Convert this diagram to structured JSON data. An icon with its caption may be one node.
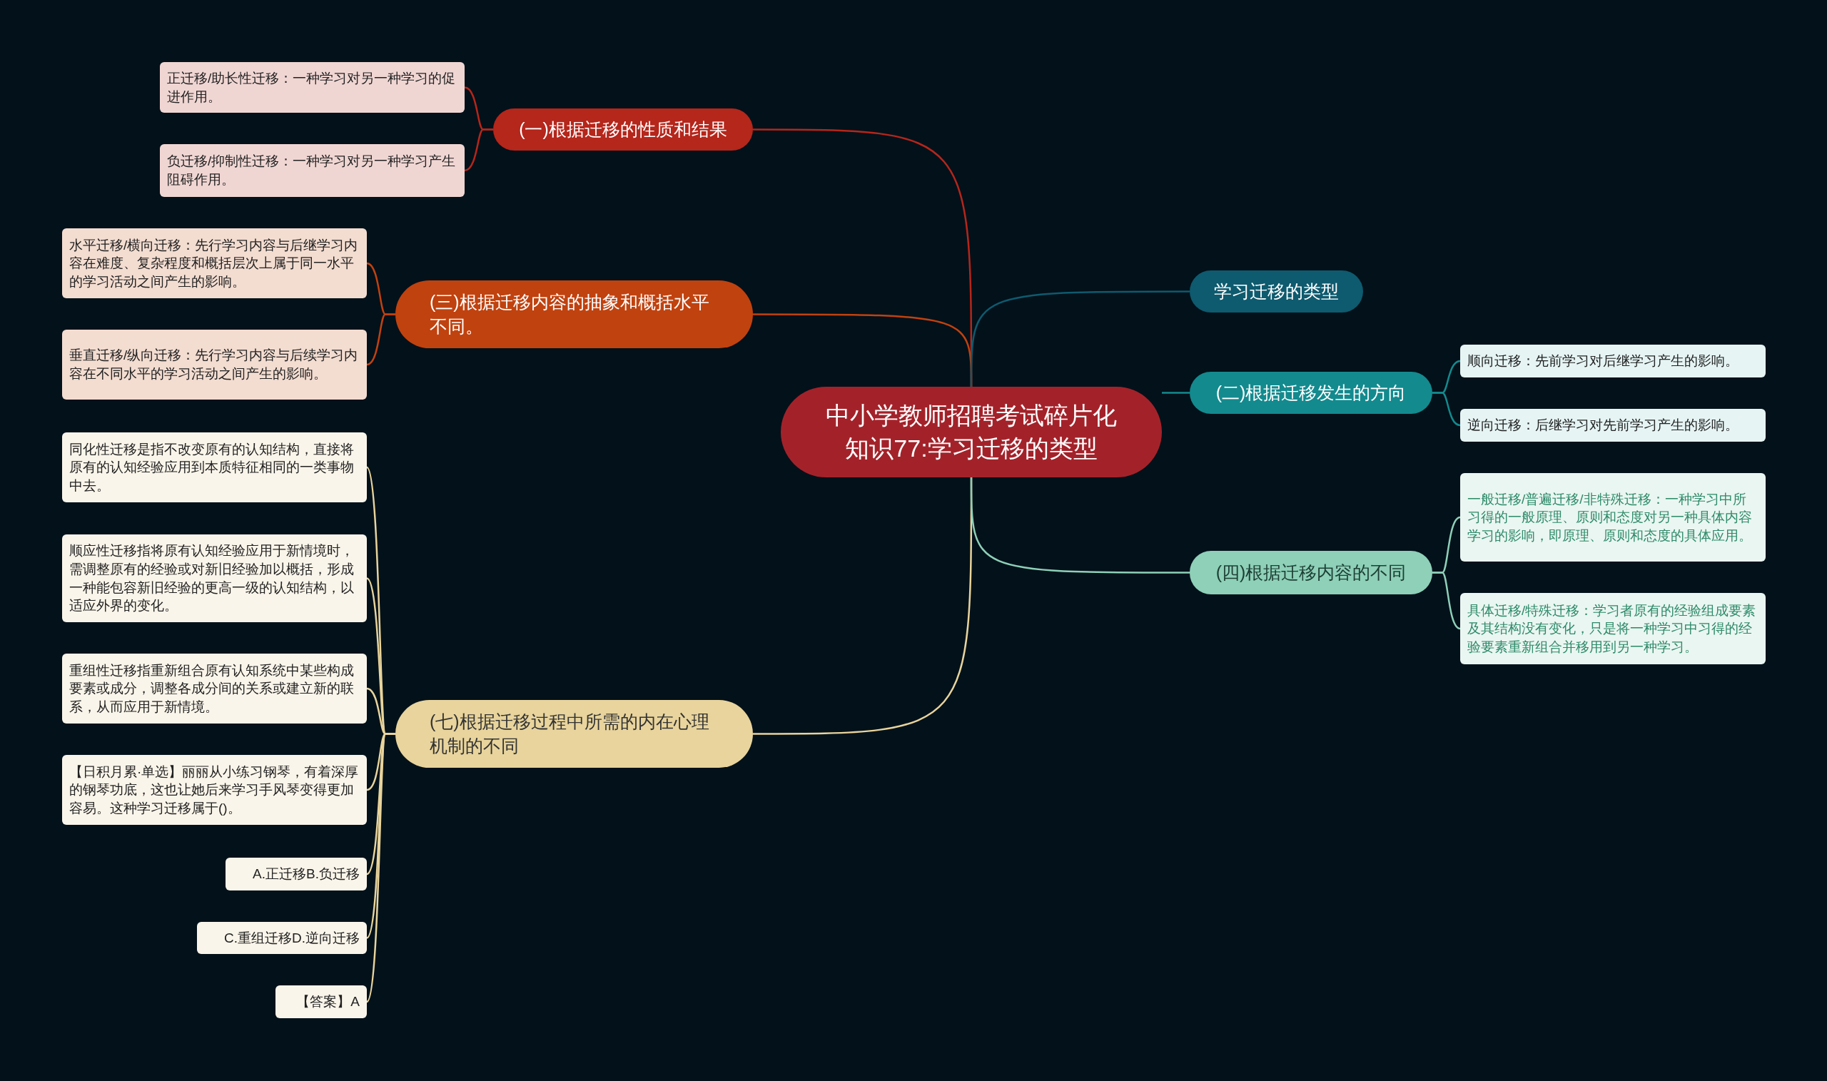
{
  "diagram": {
    "nodes": [
      {
        "text": [
          "中小学教师招聘考试碎片化知识77:学习迁移的类型"
        ]
      },
      {
        "text": [
          "(一)根据迁移的性质和结果"
        ]
      },
      {
        "text": [
          "正迁移/助长性迁移：一种学习对另一种学习的促进作用。"
        ]
      },
      {
        "text": [
          "负迁移/抑制性迁移：一种学习对另一种学习产生阻碍作用。"
        ]
      },
      {
        "text": [
          "(三)根据迁移内容的抽象和概括水平不同。"
        ]
      },
      {
        "text": [
          "水平迁移/横向迁移：先行学习内容与后继学习内容在难度、复杂程度和概括层次上属于同一水平的学习活动之间产生的影响。"
        ]
      },
      {
        "text": [
          "垂直迁移/纵向迁移：先行学习内容与后续学习内容在不同水平的学习活动之间产生的影响。"
        ]
      },
      {
        "text": [
          "(七)根据迁移过程中所需的内在心理机制的不同"
        ]
      },
      {
        "text": [
          "同化性迁移是指不改变原有的认知结构，直接将原有的认知经验应用到本质特征相同的一类事物中去。"
        ]
      },
      {
        "text": [
          "顺应性迁移指将原有认知经验应用于新情境时，需调整原有的经验或对新旧经验加以概括，形成一种能包容新旧经验的更高一级的认知结构，以适应外界的变化。"
        ]
      },
      {
        "text": [
          "重组性迁移指重新组合原有认知系统中某些构成要素或成分，调整各成分间的关系或建立新的联系，从而应用于新情境。"
        ]
      },
      {
        "text": [
          "【日积月累·单选】丽丽从小练习钢琴，有着深厚的钢琴功底，这也让她后来学习手风琴变得更加容易。这种学习迁移属于()。"
        ]
      },
      {
        "text": [
          "A.正迁移B.负迁移"
        ]
      },
      {
        "text": [
          "C.重组迁移D.逆向迁移"
        ]
      },
      {
        "text": [
          "【答案】A"
        ]
      },
      {
        "text": [
          "学习迁移的类型"
        ]
      },
      {
        "text": [
          "(二)根据迁移发生的方向"
        ]
      },
      {
        "text": [
          "顺向迁移：先前学习对后继学习产生的影响。"
        ]
      },
      {
        "text": [
          "逆向迁移：后继学习对先前学习产生的影响。"
        ]
      },
      {
        "text": [
          "(四)根据迁移内容的不同"
        ]
      },
      {
        "text": [
          "一般迁移/普遍迁移/非特殊迁移：一种学习中所习得的一般原理、原则和态度对另一种具体内容学习的影响，即原理、原则和态度的具体应用。"
        ]
      },
      {
        "text": [
          "具体迁移/特殊迁移：学习者原有的经验组成要素及其结构没有变化，只是将一种学习中习得的经验要素重新组合并移用到另一种学习。"
        ]
      }
    ],
    "edges": [
      {
        "from": 0,
        "to": 1,
        "arrow": "none",
        "color": "#b5261b"
      },
      {
        "from": 1,
        "to": 2,
        "arrow": "none",
        "color": "#b5261b"
      },
      {
        "from": 1,
        "to": 3,
        "arrow": "none",
        "color": "#b5261b"
      },
      {
        "from": 0,
        "to": 4,
        "arrow": "none",
        "color": "#c0420f"
      },
      {
        "from": 4,
        "to": 5,
        "arrow": "none",
        "color": "#c0420f"
      },
      {
        "from": 4,
        "to": 6,
        "arrow": "none",
        "color": "#c0420f"
      },
      {
        "from": 0,
        "to": 7,
        "arrow": "none",
        "color": "#e8d49c"
      },
      {
        "from": 7,
        "to": 8,
        "arrow": "none",
        "color": "#e8d49c"
      },
      {
        "from": 7,
        "to": 9,
        "arrow": "none",
        "color": "#e8d49c"
      },
      {
        "from": 7,
        "to": 10,
        "arrow": "none",
        "color": "#e8d49c"
      },
      {
        "from": 7,
        "to": 11,
        "arrow": "none",
        "color": "#e8d49c"
      },
      {
        "from": 7,
        "to": 12,
        "arrow": "none",
        "color": "#e8d49c"
      },
      {
        "from": 7,
        "to": 13,
        "arrow": "none",
        "color": "#e8d49c"
      },
      {
        "from": 7,
        "to": 14,
        "arrow": "none",
        "color": "#e8d49c"
      },
      {
        "from": 0,
        "to": 15,
        "arrow": "none",
        "color": "#0e5a6e"
      },
      {
        "from": 0,
        "to": 16,
        "arrow": "none",
        "color": "#138a8e"
      },
      {
        "from": 16,
        "to": 17,
        "arrow": "none",
        "color": "#138a8e"
      },
      {
        "from": 16,
        "to": 18,
        "arrow": "none",
        "color": "#138a8e"
      },
      {
        "from": 0,
        "to": 19,
        "arrow": "none",
        "color": "#8ed0b8"
      },
      {
        "from": 19,
        "to": 20,
        "arrow": "none",
        "color": "#8ed0b8"
      },
      {
        "from": 19,
        "to": 21,
        "arrow": "none",
        "color": "#8ed0b8"
      }
    ]
  }
}
